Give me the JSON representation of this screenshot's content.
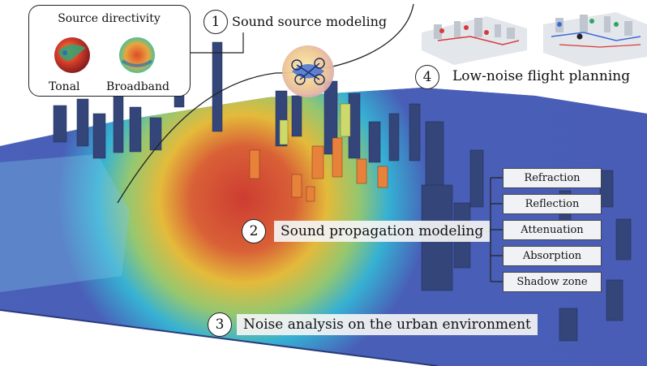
{
  "directivity": {
    "title": "Source directivity",
    "tonal_label": "Tonal",
    "broadband_label": "Broadband"
  },
  "steps": [
    {
      "number": "1",
      "label": "Sound source modeling"
    },
    {
      "number": "2",
      "label": "Sound propagation modeling"
    },
    {
      "number": "3",
      "label": "Noise analysis on the urban environment"
    },
    {
      "number": "4",
      "label": "Low-noise flight planning"
    }
  ],
  "propagation_effects": [
    "Refraction",
    "Reflection",
    "Attenuation",
    "Absorption",
    "Shadow zone"
  ],
  "colors": {
    "noise_high": "#d93a26",
    "noise_mid": "#f2c230",
    "noise_low": "#35b8d6",
    "terrain": "#3a4da0",
    "buildings": "#2f3f6e"
  }
}
